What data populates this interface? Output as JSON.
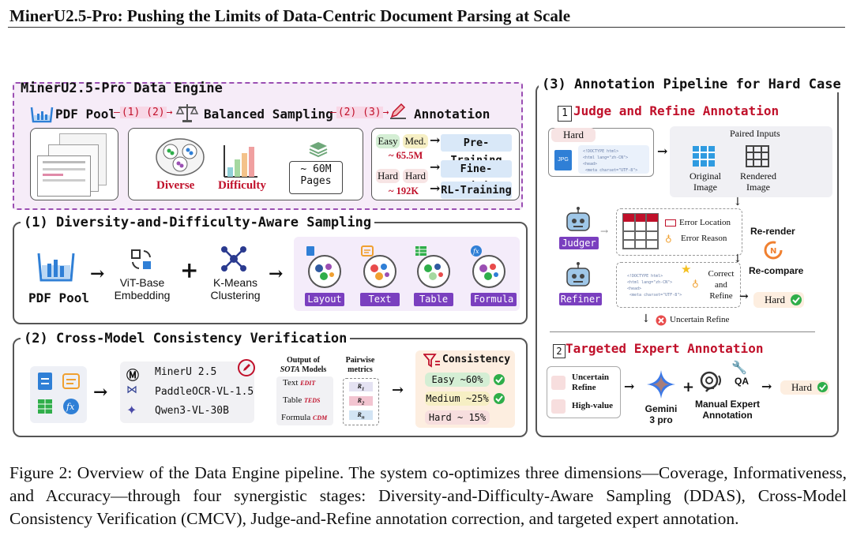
{
  "header": {
    "title": "MinerU2.5-Pro: Pushing the Limits of Data-Centric Document Parsing at Scale"
  },
  "engine": {
    "title": "MinerU2.5-Pro Data Engine",
    "pdf_pool": "PDF Pool",
    "link1": "(1) (2)",
    "balanced": "Balanced Sampling",
    "link2": "(2) (3)",
    "annotation": "Annotation",
    "diverse": "Diverse",
    "difficulty": "Difficulty",
    "pages_num": "~ 60M",
    "pages": "Pages",
    "easy": "Easy",
    "med": "Med.",
    "n1": "~ 65.5M",
    "pre": "Pre-Training",
    "fine": "Fine-Training",
    "hard1": "Hard",
    "hard2": "Hard",
    "n2": "~ 192K",
    "rl": "RL-Training"
  },
  "s1": {
    "title": "(1) Diversity-and-Difficulty-Aware Sampling",
    "pdf_pool": "PDF Pool",
    "vit1": "ViT-Base",
    "vit2": "Embedding",
    "km1": "K-Means",
    "km2": "Clustering",
    "plus": "+",
    "labels": [
      "Layout",
      "Text",
      "Table",
      "Formula"
    ]
  },
  "s2": {
    "title": "(2) Cross-Model Consistency Verification",
    "models": [
      "MinerU 2.5",
      "PaddleOCR-VL-1.5",
      "Qwen3-VL-30B"
    ],
    "out_head1": "Output of",
    "out_head2a": "SOTA",
    "out_head2b": " Models",
    "outputs": [
      {
        "name": "Text",
        "metric": "EDIT"
      },
      {
        "name": "Table",
        "metric": "TEDS"
      },
      {
        "name": "Formula",
        "metric": "CDM"
      }
    ],
    "pair1": "Pairwise",
    "pair2": "metrics",
    "rs": [
      "R",
      "R",
      "R"
    ],
    "rsubs": [
      "1",
      "2",
      "n"
    ],
    "consistency": "Consistency",
    "levels": [
      "Easy ~60%",
      "Medium ~25%",
      "Hard ~ 15%"
    ]
  },
  "s3": {
    "title": "(3) Annotation Pipeline for Hard Case",
    "step1_num": "1",
    "step1": "Judge and Refine Annotation",
    "hard": "Hard",
    "jpg": "JPG",
    "paired": "Paired Inputs",
    "orig1": "Original",
    "orig2": "Image",
    "rend1": "Rendered",
    "rend2": "Image",
    "judger": "Judger",
    "err_loc": "Error Location",
    "err_reason": "Error Reason",
    "rerender": "Re-render",
    "recompare": "Re-compare",
    "refiner": "Refiner",
    "c1": "Correct",
    "c2": "and",
    "c3": "Refine",
    "hard_out": "Hard",
    "uncertain": "Uncertain Refine",
    "step2_num": "2",
    "step2": "Targeted Expert Annotation",
    "u1": "Uncertain",
    "u2": "Refine",
    "hv": "High-value",
    "gem1": "Gemini",
    "gem2": "3 pro",
    "qa": "QA",
    "man1": "Manual Expert",
    "man2": "Annotation",
    "hard_final": "Hard",
    "plus": "+"
  },
  "caption": "Figure 2: Overview of the Data Engine pipeline. The system co-optimizes three dimensions—Coverage, Informativeness, and Accuracy—through four synergistic stages: Diversity-and-Difficulty-Aware Sampling (DDAS), Cross-Model Consistency Verification (CMCV), Judge-and-Refine annotation correction, and targeted expert annotation.",
  "colors": {
    "purple": "#7a3fbf",
    "red": "#c0102a",
    "blue": "#2f7fd6",
    "green": "#2fae4a",
    "pink_bg": "#f6ecf8"
  }
}
